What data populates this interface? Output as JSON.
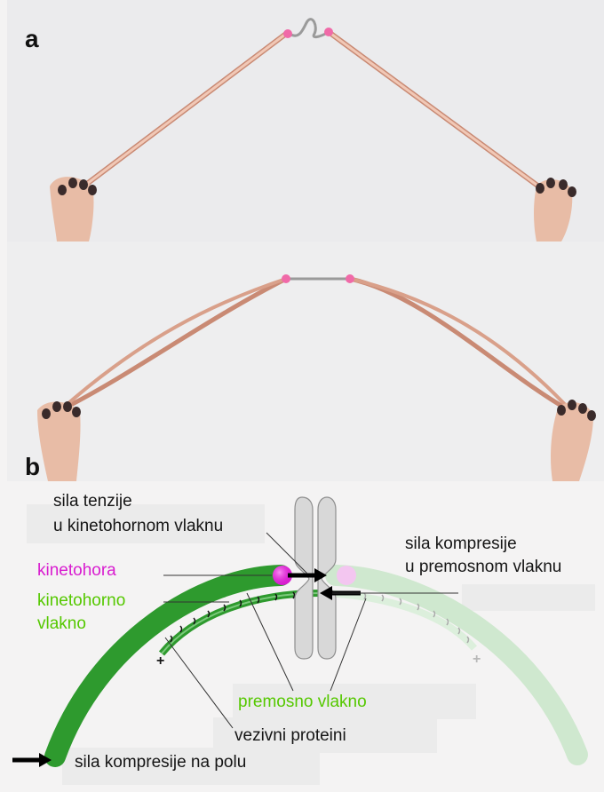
{
  "panels": {
    "a": {
      "letter": "a"
    },
    "b": {
      "letter": "b"
    }
  },
  "labels": {
    "tension_line1": "sila tenzije",
    "tension_line2": "u kinetohornom vlaknu",
    "compression_line1": "sila kompresije",
    "compression_line2": "u premosnom vlaknu",
    "kinetochore": "kinetohora",
    "k_fiber_line1": "kinetohorno",
    "k_fiber_line2": "vlakno",
    "bridging_fiber": "premosno vlakno",
    "crosslinkers": "vezivni proteini",
    "pole_compression": "sila kompresije na polu",
    "plus_left": "+",
    "plus_right": "+"
  },
  "colors": {
    "kinetochore_magenta": "#d81ccf",
    "fiber_green": "#55c800",
    "k_fiber_dark": "#2e9a2e",
    "k_fiber_light": "#cfe8cf",
    "pink_joint": "#f26ea7",
    "rod_pink": "#e9b19c"
  }
}
